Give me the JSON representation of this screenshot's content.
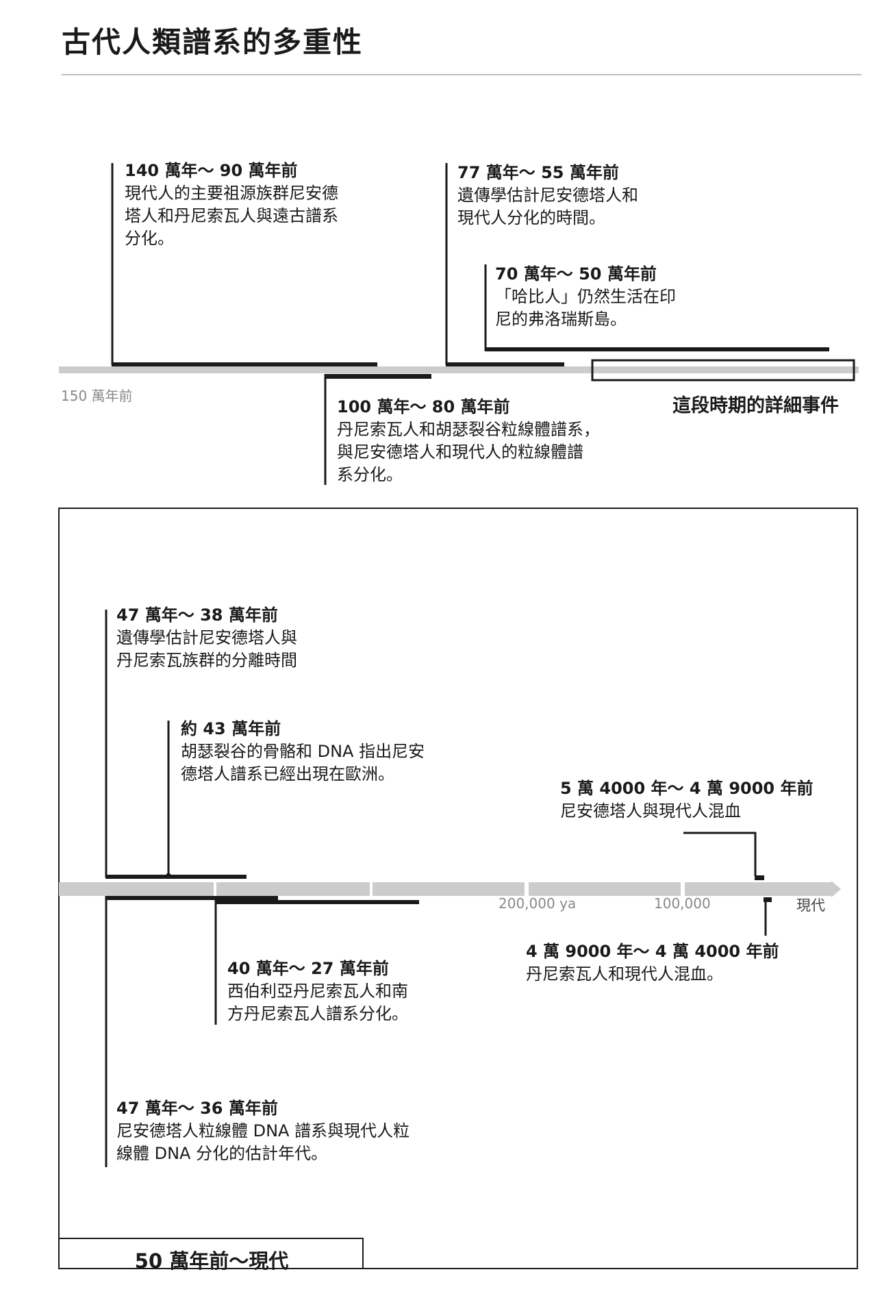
{
  "title": "古代人類譜系的多重性",
  "upper_timeline": {
    "start_label": "150 萬年前",
    "detail_label": "這段時期的詳細事件",
    "events": [
      {
        "date": "140 萬年～ 90 萬年前",
        "lines": [
          "現代人的主要祖源族群尼安德",
          "塔人和丹尼索瓦人與遠古譜系",
          "分化。"
        ]
      },
      {
        "date": "100 萬年～ 80 萬年前",
        "lines": [
          "丹尼索瓦人和胡瑟裂谷粒線體譜系，",
          "與尼安德塔人和現代人的粒線體譜",
          "系分化。"
        ]
      },
      {
        "date": "77 萬年～ 55 萬年前",
        "lines": [
          "遺傳學估計尼安德塔人和",
          "現代人分化的時間。"
        ]
      },
      {
        "date": "70 萬年～ 50 萬年前",
        "lines": [
          "「哈比人」仍然生活在印",
          "尼的弗洛瑞斯島。"
        ]
      }
    ]
  },
  "lower_timeline": {
    "period_label": "50 萬年前～現代",
    "tick_labels": [
      "200,000 ya",
      "100,000"
    ],
    "end_label": "現代",
    "events": [
      {
        "date": "47 萬年～ 38 萬年前",
        "lines": [
          "遺傳學估計尼安德塔人與",
          "丹尼索瓦族群的分離時間"
        ]
      },
      {
        "date": "約 43 萬年前",
        "lines": [
          "胡瑟裂谷的骨骼和 DNA 指出尼安",
          "德塔人譜系已經出現在歐洲。"
        ]
      },
      {
        "date": "5 萬 4000 年～ 4 萬 9000 年前",
        "lines": [
          "尼安德塔人與現代人混血"
        ]
      },
      {
        "date": "40 萬年～ 27 萬年前",
        "lines": [
          "西伯利亞丹尼索瓦人和南",
          "方丹尼索瓦人譜系分化。"
        ]
      },
      {
        "date": "4 萬 9000 年～ 4 萬 4000 年前",
        "lines": [
          "丹尼索瓦人和現代人混血。"
        ]
      },
      {
        "date": "47 萬年～ 36 萬年前",
        "lines": [
          "尼安德塔人粒線體 DNA 譜系與現代人粒",
          "線體 DNA 分化的估計年代。"
        ]
      }
    ]
  }
}
